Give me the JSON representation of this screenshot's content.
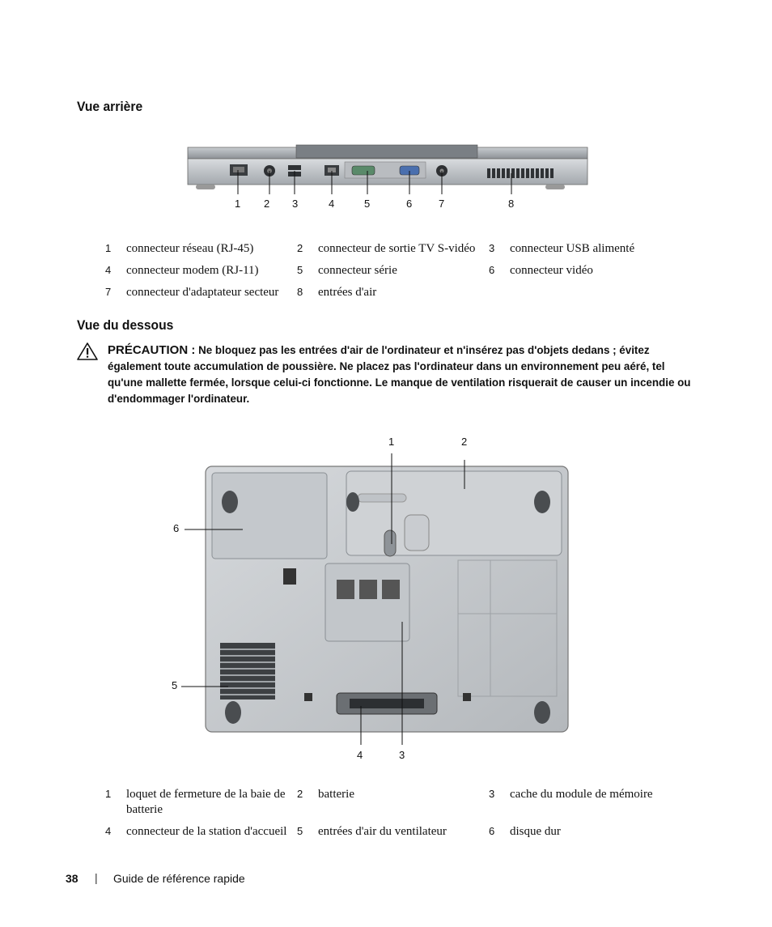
{
  "rear_view": {
    "heading": "Vue arrière",
    "callouts": [
      "1",
      "2",
      "3",
      "4",
      "5",
      "6",
      "7",
      "8"
    ],
    "legend": [
      {
        "num": "1",
        "text": "connecteur réseau (RJ-45)"
      },
      {
        "num": "2",
        "text": "connecteur de sortie TV S-vidéo"
      },
      {
        "num": "3",
        "text": "connecteur USB alimenté"
      },
      {
        "num": "4",
        "text": "connecteur modem (RJ-11)"
      },
      {
        "num": "5",
        "text": "connecteur série"
      },
      {
        "num": "6",
        "text": "connecteur vidéo"
      },
      {
        "num": "7",
        "text": "connecteur d'adaptateur secteur"
      },
      {
        "num": "8",
        "text": "entrées d'air"
      }
    ]
  },
  "bottom_view": {
    "heading": "Vue du dessous",
    "caution_label": "PRÉCAUTION :",
    "caution_text": "Ne bloquez pas les entrées d'air de l'ordinateur et n'insérez pas d'objets dedans ; évitez également toute accumulation de poussière. Ne placez pas l'ordinateur dans un environnement peu aéré, tel qu'une mallette fermée, lorsque celui-ci fonctionne. Le manque de ventilation risquerait de causer un incendie ou d'endommager l'ordinateur.",
    "callouts": [
      "1",
      "2",
      "3",
      "4",
      "5",
      "6"
    ],
    "legend": [
      {
        "num": "1",
        "text": "loquet de fermeture de la baie de batterie"
      },
      {
        "num": "2",
        "text": "batterie"
      },
      {
        "num": "3",
        "text": "cache du module de mémoire"
      },
      {
        "num": "4",
        "text": "connecteur de la station d'accueil"
      },
      {
        "num": "5",
        "text": "entrées d'air du ventilateur"
      },
      {
        "num": "6",
        "text": "disque dur"
      }
    ]
  },
  "footer": {
    "page_number": "38",
    "separator": "|",
    "guide_title": "Guide de référence rapide"
  }
}
